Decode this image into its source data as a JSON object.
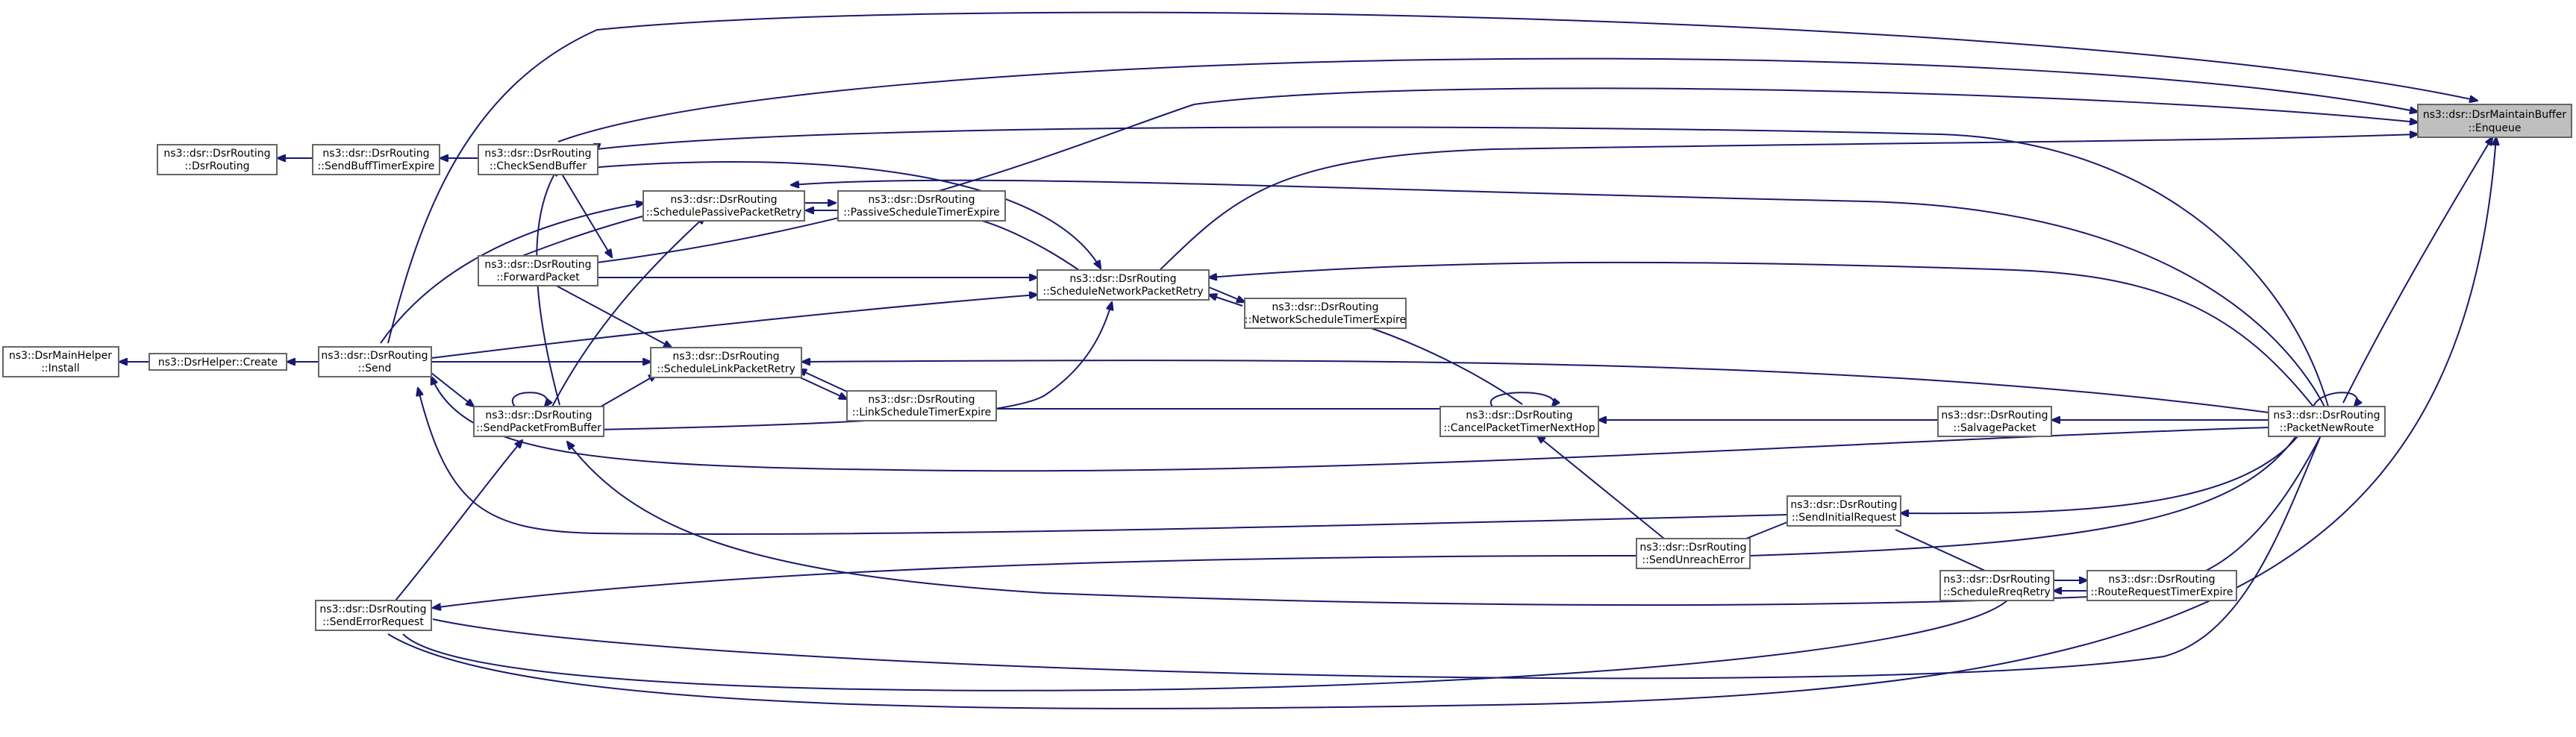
{
  "graph": {
    "nodes": {
      "enqueue": {
        "line1": "ns3::dsr::DsrMaintainBuffer",
        "line2": "::Enqueue",
        "highlight": true
      },
      "packetnewroute": {
        "line1": "ns3::dsr::DsrRouting",
        "line2": "::PacketNewRoute"
      },
      "checksendbuffer": {
        "line1": "ns3::dsr::DsrRouting",
        "line2": "::CheckSendBuffer"
      },
      "sendbufftimerexpire": {
        "line1": "ns3::dsr::DsrRouting",
        "line2": "::SendBuffTimerExpire"
      },
      "dsrrouting": {
        "line1": "ns3::dsr::DsrRouting",
        "line2": "::DsrRouting"
      },
      "schedulepassivepacketretry": {
        "line1": "ns3::dsr::DsrRouting",
        "line2": "::SchedulePassivePacketRetry"
      },
      "passivescheduletimerexpire": {
        "line1": "ns3::dsr::DsrRouting",
        "line2": "::PassiveScheduleTimerExpire"
      },
      "forwardpacket": {
        "line1": "ns3::dsr::DsrRouting",
        "line2": "::ForwardPacket"
      },
      "schedulenetworkpacketretry": {
        "line1": "ns3::dsr::DsrRouting",
        "line2": "::ScheduleNetworkPacketRetry"
      },
      "networkscheduletimerexpire": {
        "line1": "ns3::dsr::DsrRouting",
        "line2": "::NetworkScheduleTimerExpire"
      },
      "send": {
        "line1": "ns3::dsr::DsrRouting",
        "line2": "::Send"
      },
      "dsrhelpercreate": {
        "line1": "ns3::DsrHelper::Create"
      },
      "dsrmainhelperinstall": {
        "line1": "ns3::DsrMainHelper",
        "line2": "::Install"
      },
      "schedulelinkpacketretry": {
        "line1": "ns3::dsr::DsrRouting",
        "line2": "::ScheduleLinkPacketRetry"
      },
      "linkscheduletimerexpire": {
        "line1": "ns3::dsr::DsrRouting",
        "line2": "::LinkScheduleTimerExpire"
      },
      "sendpacketfrombuffer": {
        "line1": "ns3::dsr::DsrRouting",
        "line2": "::SendPacketFromBuffer"
      },
      "cancelpackettimernexthop": {
        "line1": "ns3::dsr::DsrRouting",
        "line2": "::CancelPacketTimerNextHop"
      },
      "salvagepacket": {
        "line1": "ns3::dsr::DsrRouting",
        "line2": "::SalvagePacket"
      },
      "sendinitialrequest": {
        "line1": "ns3::dsr::DsrRouting",
        "line2": "::SendInitialRequest"
      },
      "sendunreacherror": {
        "line1": "ns3::dsr::DsrRouting",
        "line2": "::SendUnreachError"
      },
      "schedulerreqretry": {
        "line1": "ns3::dsr::DsrRouting",
        "line2": "::ScheduleRreqRetry"
      },
      "routerequesttimerexpire": {
        "line1": "ns3::dsr::DsrRouting",
        "line2": "::RouteRequestTimerExpire"
      },
      "senderrorrequest": {
        "line1": "ns3::dsr::DsrRouting",
        "line2": "::SendErrorRequest"
      }
    },
    "edges": [
      {
        "from": "packetnewroute",
        "to": "enqueue"
      },
      {
        "from": "checksendbuffer",
        "to": "enqueue"
      },
      {
        "from": "send",
        "to": "enqueue"
      },
      {
        "from": "forwardpacket",
        "to": "enqueue"
      },
      {
        "from": "schedulenetworkpacketretry",
        "to": "enqueue"
      },
      {
        "from": "senderrorrequest",
        "to": "enqueue"
      },
      {
        "from": "checksendbuffer",
        "to": "sendbufftimerexpire"
      },
      {
        "from": "sendbufftimerexpire",
        "to": "dsrrouting"
      },
      {
        "from": "packetnewroute",
        "to": "checksendbuffer"
      },
      {
        "from": "sendpacketfrombuffer",
        "to": "checksendbuffer"
      },
      {
        "from": "forwardpacket",
        "to": "schedulepassivepacketretry"
      },
      {
        "from": "send",
        "to": "schedulepassivepacketretry"
      },
      {
        "from": "sendpacketfrombuffer",
        "to": "schedulepassivepacketretry"
      },
      {
        "from": "passivescheduletimerexpire",
        "to": "schedulepassivepacketretry"
      },
      {
        "from": "packetnewroute",
        "to": "schedulepassivepacketretry"
      },
      {
        "from": "schedulepassivepacketretry",
        "to": "passivescheduletimerexpire"
      },
      {
        "from": "schedulenetworkpacketretry",
        "to": "passivescheduletimerexpire"
      },
      {
        "from": "forwardpacket",
        "to": "schedulenetworkpacketretry"
      },
      {
        "from": "send",
        "to": "schedulenetworkpacketretry"
      },
      {
        "from": "sendpacketfrombuffer",
        "to": "schedulenetworkpacketretry"
      },
      {
        "from": "checksendbuffer",
        "to": "schedulenetworkpacketretry"
      },
      {
        "from": "networkscheduletimerexpire",
        "to": "schedulenetworkpacketretry"
      },
      {
        "from": "packetnewroute",
        "to": "schedulenetworkpacketretry"
      },
      {
        "from": "schedulenetworkpacketretry",
        "to": "networkscheduletimerexpire"
      },
      {
        "from": "cancelpackettimernexthop",
        "to": "networkscheduletimerexpire"
      },
      {
        "from": "dsrhelpercreate",
        "to": "dsrmainhelperinstall"
      },
      {
        "from": "send",
        "to": "dsrhelpercreate"
      },
      {
        "from": "packetnewroute",
        "to": "send"
      },
      {
        "from": "sendinitialrequest",
        "to": "send"
      },
      {
        "from": "send",
        "to": "sendpacketfrombuffer"
      },
      {
        "from": "forwardpacket",
        "to": "schedulelinkpacketretry"
      },
      {
        "from": "send",
        "to": "schedulelinkpacketretry"
      },
      {
        "from": "sendpacketfrombuffer",
        "to": "schedulelinkpacketretry"
      },
      {
        "from": "linkscheduletimerexpire",
        "to": "schedulelinkpacketretry"
      },
      {
        "from": "packetnewroute",
        "to": "schedulelinkpacketretry"
      },
      {
        "from": "schedulelinkpacketretry",
        "to": "linkscheduletimerexpire"
      },
      {
        "from": "cancelpackettimernexthop",
        "to": "linkscheduletimerexpire"
      },
      {
        "from": "sendpacketfrombuffer",
        "to": "sendpacketfrombuffer",
        "self": true
      },
      {
        "from": "checksendbuffer",
        "to": "sendpacketfrombuffer"
      },
      {
        "from": "senderrorrequest",
        "to": "sendpacketfrombuffer"
      },
      {
        "from": "routerequesttimerexpire",
        "to": "sendpacketfrombuffer"
      },
      {
        "from": "cancelpackettimernexthop",
        "to": "cancelpackettimernexthop",
        "self": true
      },
      {
        "from": "salvagepacket",
        "to": "cancelpackettimernexthop"
      },
      {
        "from": "sendunreacherror",
        "to": "cancelpackettimernexthop"
      },
      {
        "from": "packetnewroute",
        "to": "salvagepacket"
      },
      {
        "from": "packetnewroute",
        "to": "packetnewroute",
        "self": true
      },
      {
        "from": "sendinitialrequest",
        "to": "sendunreacherror"
      },
      {
        "from": "packetnewroute",
        "to": "sendunreacherror"
      },
      {
        "from": "packetnewroute",
        "to": "sendinitialrequest"
      },
      {
        "from": "schedulerreqretry",
        "to": "sendinitialrequest"
      },
      {
        "from": "routerequesttimerexpire",
        "to": "schedulerreqretry"
      },
      {
        "from": "schedulerreqretry",
        "to": "routerequesttimerexpire"
      },
      {
        "from": "packetnewroute",
        "to": "routerequesttimerexpire"
      },
      {
        "from": "sendunreacherror",
        "to": "senderrorrequest"
      },
      {
        "from": "schedulerreqretry",
        "to": "senderrorrequest"
      },
      {
        "from": "packetnewroute",
        "to": "senderrorrequest"
      }
    ]
  }
}
